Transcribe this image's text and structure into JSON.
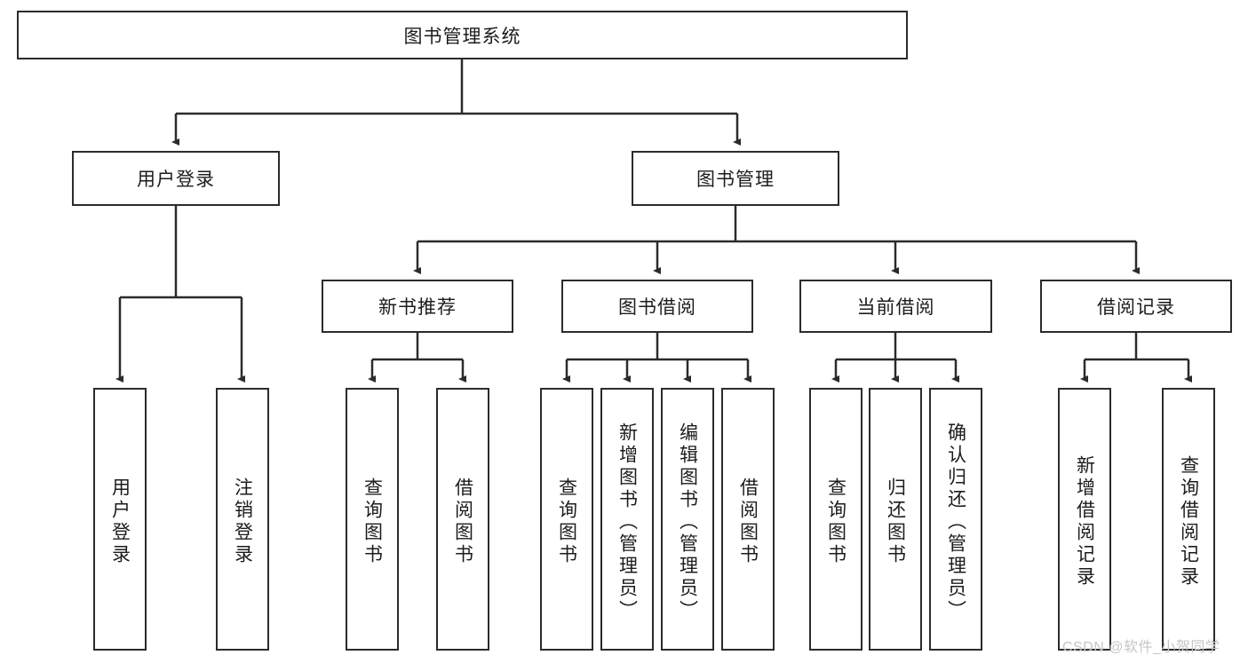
{
  "diagram": {
    "type": "tree-hierarchy",
    "orientation": "top-down",
    "title_node": {
      "label": "图书管理系统"
    },
    "level2": [
      {
        "label": "用户登录"
      },
      {
        "label": "图书管理"
      }
    ],
    "level3": [
      {
        "label": "新书推荐"
      },
      {
        "label": "图书借阅"
      },
      {
        "label": "当前借阅"
      },
      {
        "label": "借阅记录"
      }
    ],
    "leaves": {
      "user_login": [
        {
          "label": "用户登录"
        },
        {
          "label": "注销登录"
        }
      ],
      "new_book_recommend": [
        {
          "label": "查询图书"
        },
        {
          "label": "借阅图书"
        }
      ],
      "book_borrow": [
        {
          "label": "查询图书"
        },
        {
          "label": "新增图书（管理员）"
        },
        {
          "label": "编辑图书（管理员）"
        },
        {
          "label": "借阅图书"
        }
      ],
      "current_borrow": [
        {
          "label": "查询图书"
        },
        {
          "label": "归还图书"
        },
        {
          "label": "确认归还（管理员）"
        }
      ],
      "borrow_record": [
        {
          "label": "新增借阅记录"
        },
        {
          "label": "查询借阅记录"
        }
      ]
    }
  },
  "watermark": {
    "text": "CSDN @软件_小贺同学"
  },
  "colors": {
    "stroke": "#2b2b2b",
    "text": "#1c1c1c",
    "background": "#ffffff",
    "watermark": "#c6c6c6"
  }
}
